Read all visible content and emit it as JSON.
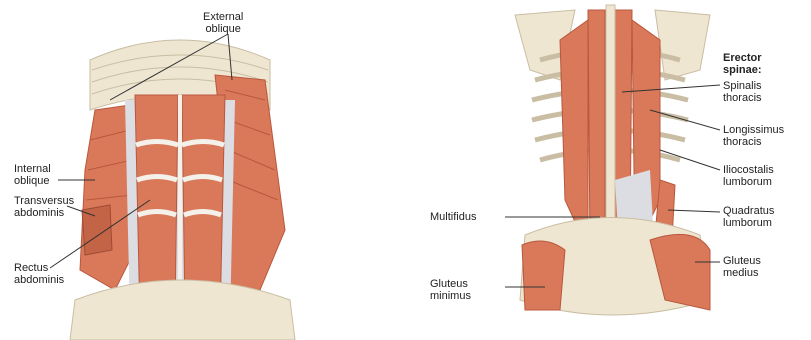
{
  "left": {
    "external_oblique": "External\noblique",
    "internal_oblique": "Internal\noblique",
    "transversus_abdominis": "Transversus\nabdominis",
    "rectus_abdominis": "Rectus\nabdominis"
  },
  "right": {
    "erector_spinae": "Erector\nspinae:",
    "spinalis_thoracis": "Spinalis\nthoracis",
    "longissimus_thoracis": "Longissimus\nthoracis",
    "iliocostalis_lumborum": "Iliocostalis\nlumborum",
    "quadratus_lumborum": "Quadratus\nlumborum",
    "multifidus": "Multifidus",
    "gluteus_medius": "Gluteus\nmedius",
    "gluteus_minimus": "Gluteus\nminimus"
  },
  "colors": {
    "muscle": "#d9795a",
    "muscle_dark": "#b9573d",
    "bone": "#efe6d2",
    "tendon": "#f4f1ea",
    "fascia": "#dcdde3",
    "leader": "#333333"
  }
}
